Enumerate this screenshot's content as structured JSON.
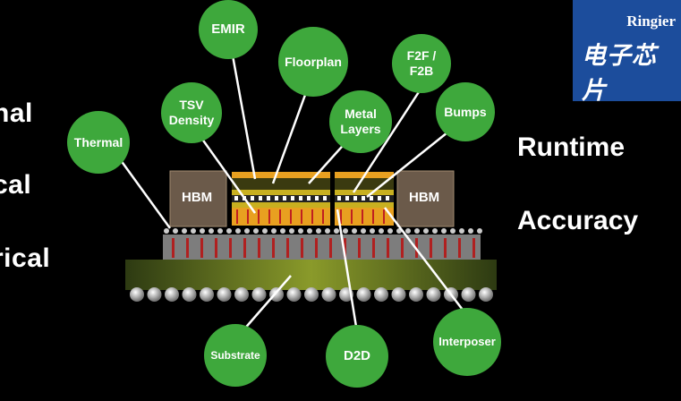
{
  "left_labels": [
    "nal",
    "cal",
    "rical"
  ],
  "right_labels": [
    "Runtime",
    "Accuracy"
  ],
  "logo": {
    "brand": "Ringier",
    "name": "电子芯片"
  },
  "chip": {
    "left_block": "HBM",
    "right_block": "HBM"
  },
  "bubbles": {
    "emir": "EMIR",
    "floorplan": "Floorplan",
    "f2f_line1": "F2F /",
    "f2f_line2": "F2B",
    "tsv_line1": "TSV",
    "tsv_line2": "Density",
    "metal_line1": "Metal",
    "metal_line2": "Layers",
    "bumps": "Bumps",
    "thermal": "Thermal",
    "substrate": "Substrate",
    "d2d": "D2D",
    "interposer": "Interposer"
  },
  "colors": {
    "bubble": "#3ea83c",
    "background": "#000000",
    "logo_bg": "#1c4d9c",
    "hbm": "#6b5a4a",
    "die_orange": "#e8a020"
  }
}
